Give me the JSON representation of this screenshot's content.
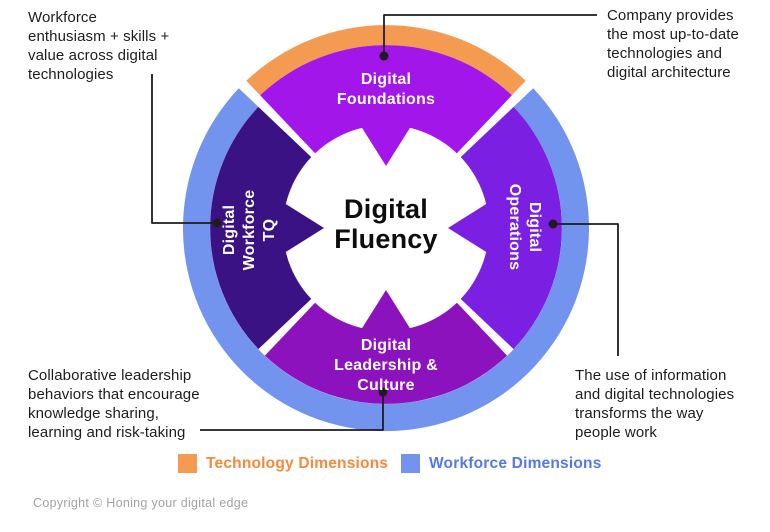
{
  "colors": {
    "technology_orange": "#F59B51",
    "workforce_blue": "#7293EE",
    "foundations_purple": "#A316EA",
    "operations_violet": "#7B1FE3",
    "leadership_magenta": "#8C12BE",
    "workforce_tq_indigo": "#3B1284",
    "connector_black": "#1d1d1d",
    "legend_orange_text": "#F6893C",
    "legend_blue_text": "#5478E9"
  },
  "center": {
    "line1": "Digital",
    "line2": "Fluency"
  },
  "segments": {
    "top": {
      "lines": [
        "Digital",
        "Foundations"
      ]
    },
    "right": {
      "lines": [
        "Digital",
        "Operations"
      ]
    },
    "bottom": {
      "lines": [
        "Digital",
        "Leadership &",
        "Culture"
      ]
    },
    "left": {
      "lines": [
        "Digital",
        "Workforce",
        "TQ"
      ]
    }
  },
  "annotations": {
    "top_left": {
      "lines": [
        "Workforce",
        "enthusiasm + skills +",
        "value across digital",
        "technologies"
      ]
    },
    "top_right": {
      "lines": [
        "Company provides",
        "the most up-to-date",
        "technologies and",
        "digital architecture"
      ]
    },
    "bottom_right": {
      "lines": [
        "The use of information",
        "and digital technologies",
        "transforms the way",
        "people work"
      ]
    },
    "bottom_left": {
      "lines": [
        "Collaborative leadership",
        "behaviors that encourage",
        "knowledge sharing,",
        "learning and risk-taking"
      ]
    }
  },
  "legend": {
    "technology": "Technology Dimensions",
    "workforce": "Workforce Dimensions"
  },
  "copyright": "Copyright © Honing your digital edge"
}
